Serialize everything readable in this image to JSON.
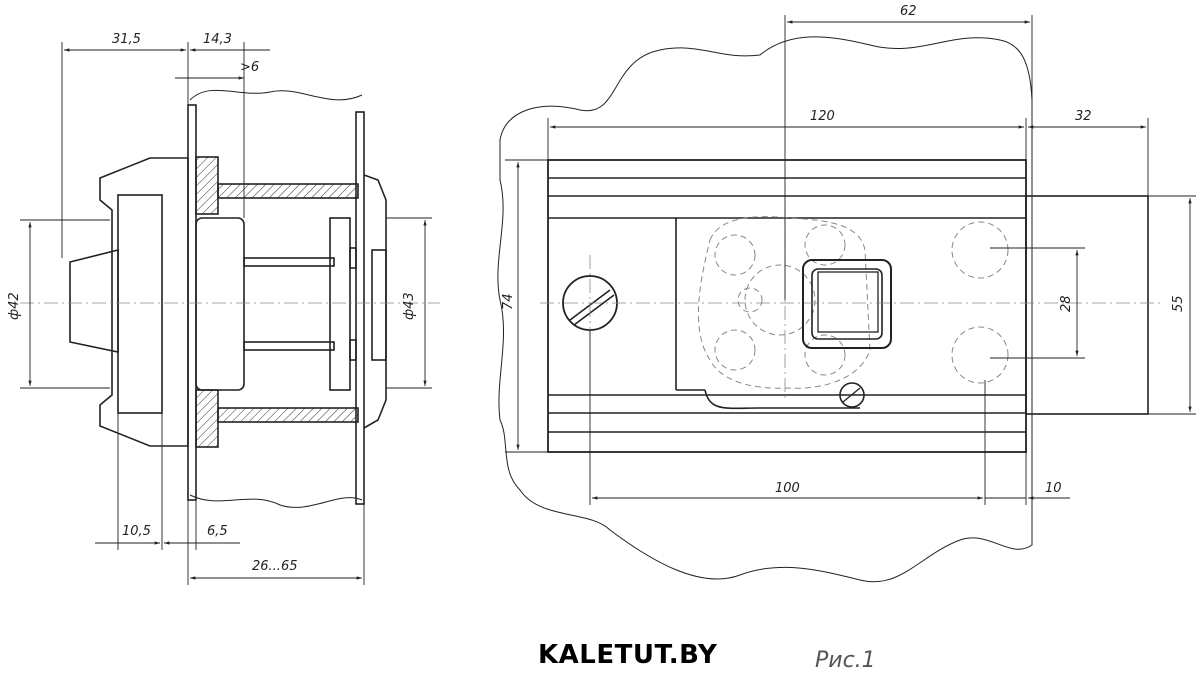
{
  "dimensions": {
    "d31_5": "31,5",
    "d14_3": "14,3",
    "d_gt6": ">6",
    "d10_5": "10,5",
    "d6_5": "6,5",
    "d26_65": "26...65",
    "phi42": "ф42",
    "phi43": "ф43",
    "d62": "62",
    "d120": "120",
    "d32": "32",
    "d74": "74",
    "d28": "28",
    "d55": "55",
    "d100": "100",
    "d10": "10"
  },
  "brand": "KALETUT.BY",
  "figure_label": "Рис.1"
}
